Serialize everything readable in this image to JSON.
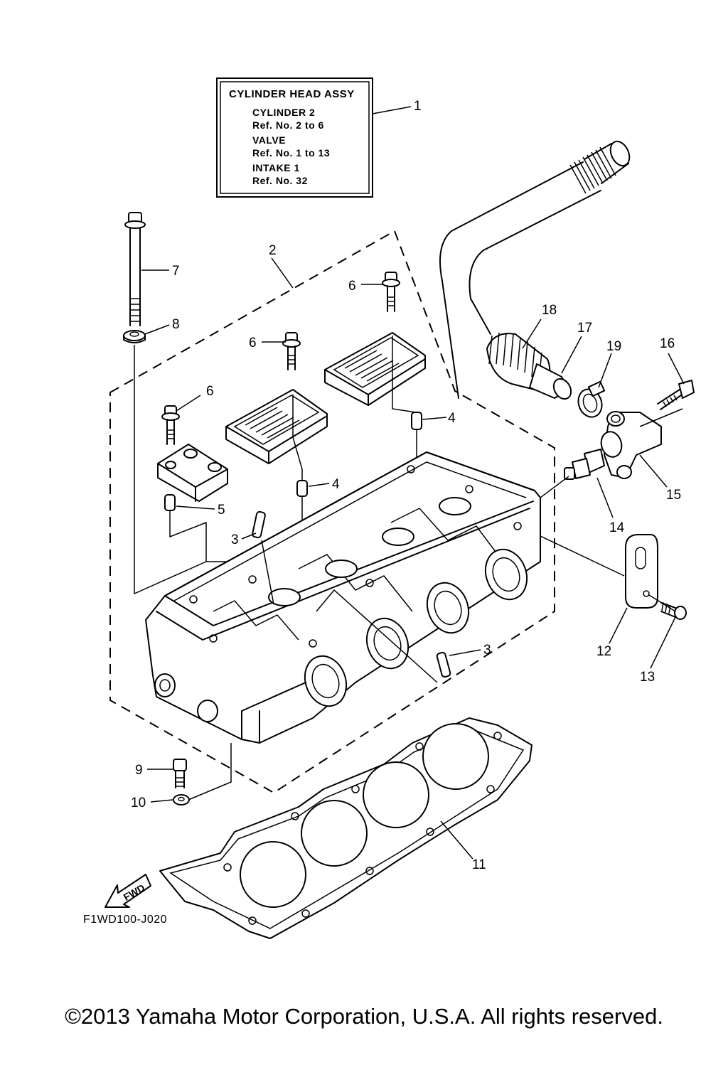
{
  "assy_box": {
    "title": "CYLINDER HEAD ASSY",
    "lines": [
      "CYLINDER 2",
      "Ref. No. 2 to 6",
      "VALVE",
      "Ref. No. 1 to 13",
      "INTAKE 1",
      "Ref. No. 32"
    ]
  },
  "callouts": [
    "1",
    "2",
    "3",
    "3",
    "4",
    "4",
    "5",
    "6",
    "6",
    "6",
    "7",
    "8",
    "9",
    "10",
    "11",
    "12",
    "13",
    "14",
    "15",
    "16",
    "17",
    "18",
    "19"
  ],
  "fwd_label": "FWD",
  "diagram_code": "F1WD100-J020",
  "copyright": "©2013 Yamaha Motor Corporation, U.S.A. All rights reserved."
}
